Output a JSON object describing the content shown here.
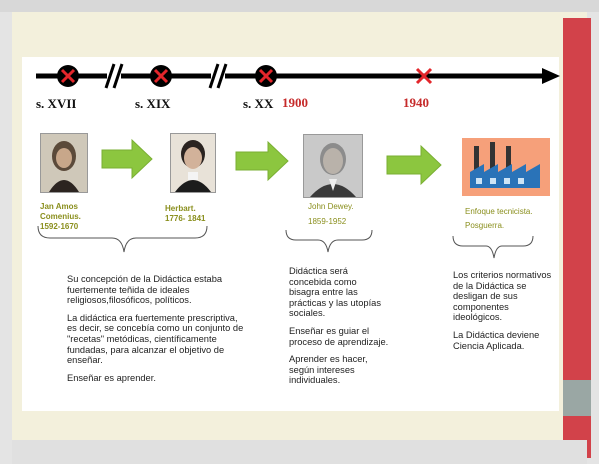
{
  "timeline": {
    "centuries": [
      "s. XVII",
      "s. XIX",
      "s. XX"
    ],
    "years": [
      "1900",
      "1940"
    ]
  },
  "figures": [
    {
      "name": "Jan Amos\nComenius.",
      "dates": "1592-1670"
    },
    {
      "name": "Herbart.",
      "dates": "1776- 1841"
    },
    {
      "name": "John Dewey.",
      "dates": "1859-1952"
    }
  ],
  "factory": {
    "label": "Enfoque tecnicista.",
    "sub": "Posguerra."
  },
  "blocks": [
    {
      "paragraphs": [
        "Su concepción de la Didáctica estaba fuertemente teñida de ideales religiosos,filosóficos, políticos.",
        "La didáctica era  fuertemente prescriptiva, es decir, se concebía como un conjunto de \"recetas\" metódicas, científicamente fundadas,  para alcanzar el objetivo de enseñar.",
        "Enseñar es aprender."
      ]
    },
    {
      "paragraphs": [
        "Didáctica será concebida como bisagra entre las prácticas y las utopías sociales.",
        "Enseñar es guiar el proceso de aprendizaje.",
        "Aprender es hacer, según intereses individuales."
      ]
    },
    {
      "paragraphs": [
        "Los criterios normativos de la Didáctica se desligan de sus componentes ideológicos.",
        "La Didáctica deviene Ciencia Aplicada."
      ]
    }
  ],
  "colors": {
    "red": "#d2424a",
    "green": "#8cc63f",
    "olive": "#8a8f1d",
    "yearRed": "#c62a2a"
  }
}
